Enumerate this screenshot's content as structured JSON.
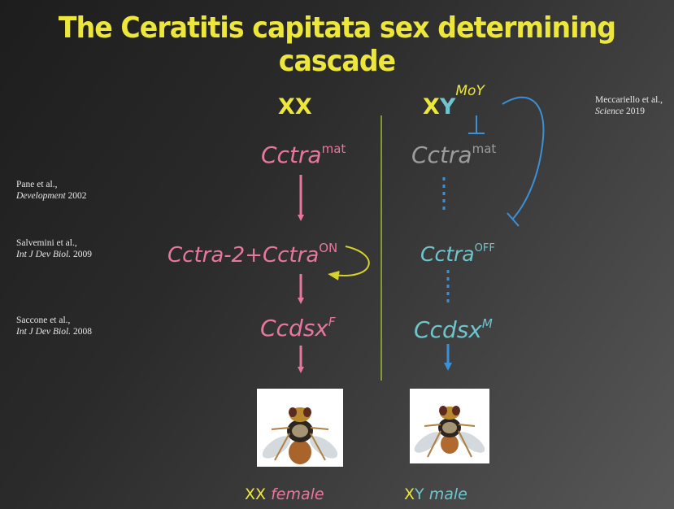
{
  "title": "The Ceratitis capitata sex determining cascade",
  "colors": {
    "title": "#ece73a",
    "female_path": "#e7779f",
    "male_path": "#6fc5cd",
    "male_repressed": "#9c9c9c",
    "moy_arrows": "#3d8fd6",
    "autoregulation_arrow": "#d9d12b",
    "divider": "#9bb93b"
  },
  "references": [
    {
      "authors": "Meccariello et al.,",
      "journal": "Science",
      "year": "2019"
    },
    {
      "authors": "Pane et al.,",
      "journal": "Development",
      "year": "2002"
    },
    {
      "authors": "Salvemini et al.,",
      "journal": "Int J Dev Biol.",
      "year": "2009"
    },
    {
      "authors": "Saccone et al.,",
      "journal": "Int J Dev Biol.",
      "year": "2008"
    }
  ],
  "female": {
    "header": "XX",
    "maternal": {
      "base": "Cctra",
      "sup": "mat"
    },
    "splicing": {
      "prefix": "Cctra-2+",
      "base": "Cctra",
      "sup": "ON"
    },
    "dsx": {
      "base": "Ccdsx",
      "sup": "F"
    },
    "photo_icon": "female-fly-photo",
    "label_x": "XX",
    "label_sex": "female"
  },
  "male": {
    "header_x": "X",
    "header_y": "Y",
    "header_sup": "MoY",
    "maternal": {
      "base": "Cctra",
      "sup": "mat"
    },
    "splicing": {
      "base": "Cctra",
      "sup": "OFF"
    },
    "dsx": {
      "base": "Ccdsx",
      "sup": "M"
    },
    "photo_icon": "male-fly-photo",
    "label_x": "X",
    "label_y": "Y",
    "label_sex": "male"
  }
}
